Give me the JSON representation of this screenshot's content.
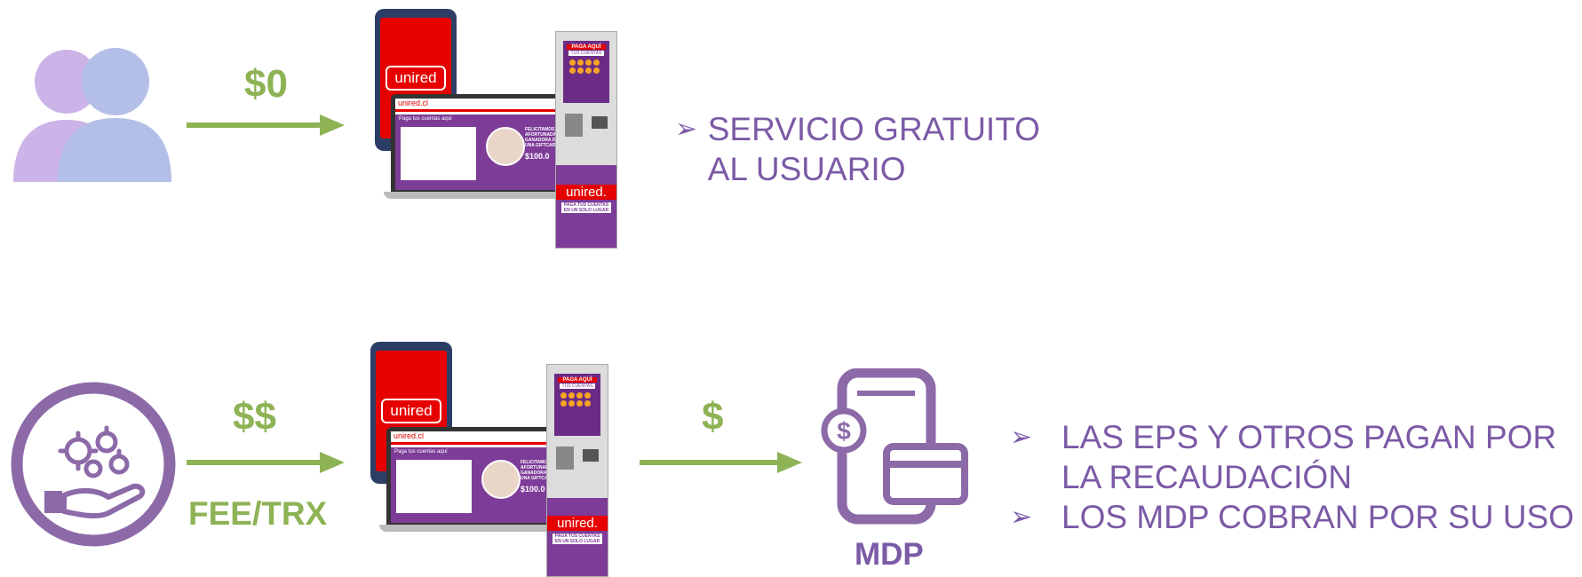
{
  "row1": {
    "arrow_label": "$0",
    "bullets": [
      "SERVICIO GRATUITO AL USUARIO"
    ]
  },
  "row2": {
    "arrow1_label": "$$",
    "arrow1_sublabel": "FEE/TRX",
    "arrow2_label": "$",
    "mdp_label": "MDP",
    "bullets": [
      "LAS EPS Y OTROS PAGAN POR LA RECAUDACIÓN",
      "LOS MDP COBRAN POR SU USO"
    ]
  },
  "devices": {
    "phone_logo": "unired",
    "web_logo": "unired.cl",
    "web_heading": "Paga tus cuentas aquí",
    "web_promo": "FELICITAMOS A LA AFORTUNADA GANADORA DE UNA GIFTCARD",
    "web_amount": "$100.0",
    "kiosk_banner_1": "PAGA AQUÍ",
    "kiosk_banner_2": "TUS CUENTAS",
    "kiosk_logo": "unired.",
    "kiosk_tagline": "PAGA TUS CUENTAS EN UN SOLO LUGAR"
  },
  "colors": {
    "green": "#8db355",
    "purple_text": "#7b5aa6",
    "users_icon_back": "#cdb4e8",
    "users_icon_front": "#b3bfe6",
    "gear_circle": "#8c6aa8",
    "mdp_icon": "#8c6aa8",
    "unired_red": "#e60000"
  },
  "icons": {
    "users": "users-icon",
    "service": "hand-gears-icon",
    "mdp": "mobile-payment-icon",
    "bullet": "arrowhead-bullet-icon"
  }
}
